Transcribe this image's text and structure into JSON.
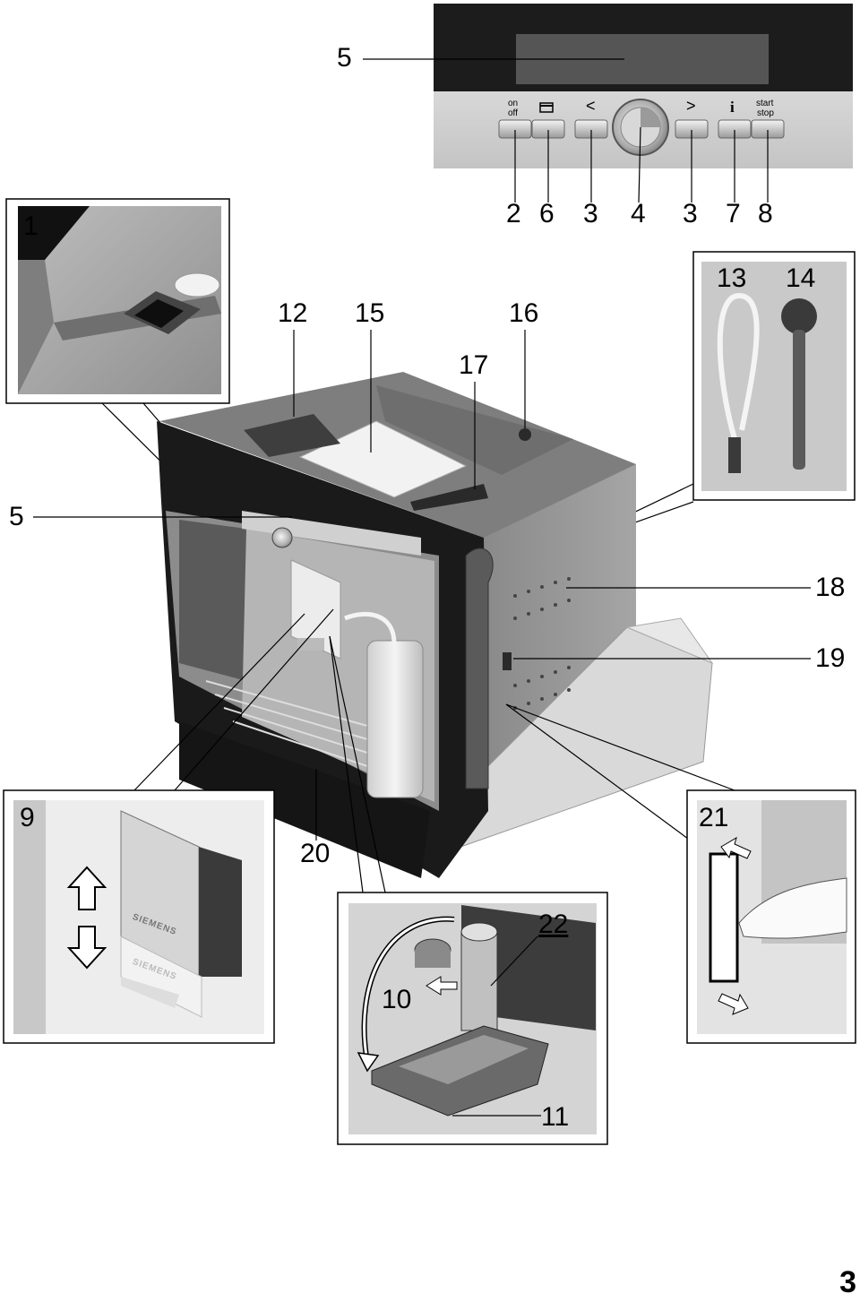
{
  "control_panel": {
    "buttons": {
      "on_off_line1": "on",
      "on_off_line2": "off",
      "prev_symbol": "<",
      "next_symbol": ">",
      "info_symbol": "i",
      "start_stop_line1": "start",
      "start_stop_line2": "stop"
    },
    "callouts": {
      "display": "5",
      "on_off": "2",
      "menu": "6",
      "prev": "3",
      "rotary_knob": "4",
      "next": "3",
      "info": "7",
      "start_stop": "8"
    }
  },
  "main_callouts": {
    "main_switch_inset": "1",
    "control_panel": "5",
    "bean_container_lid": "12",
    "water_tank_lid": "15",
    "ground_coffee_compartment": "16",
    "drawer_slot": "17",
    "milk_tube": "13",
    "measuring_spoon": "14",
    "ventilation": "18",
    "side_connector": "19",
    "drip_tray": "20"
  },
  "insets": {
    "dispenser_inset": "9",
    "dispenser_brand_upper": "SIEMENS",
    "dispenser_brand_lower": "SIEMENS",
    "filter_inset": "21",
    "brewing_unit_inset_callouts": {
      "brewing_unit": "22",
      "knob": "10",
      "tray": "11"
    }
  },
  "page_number": "3"
}
